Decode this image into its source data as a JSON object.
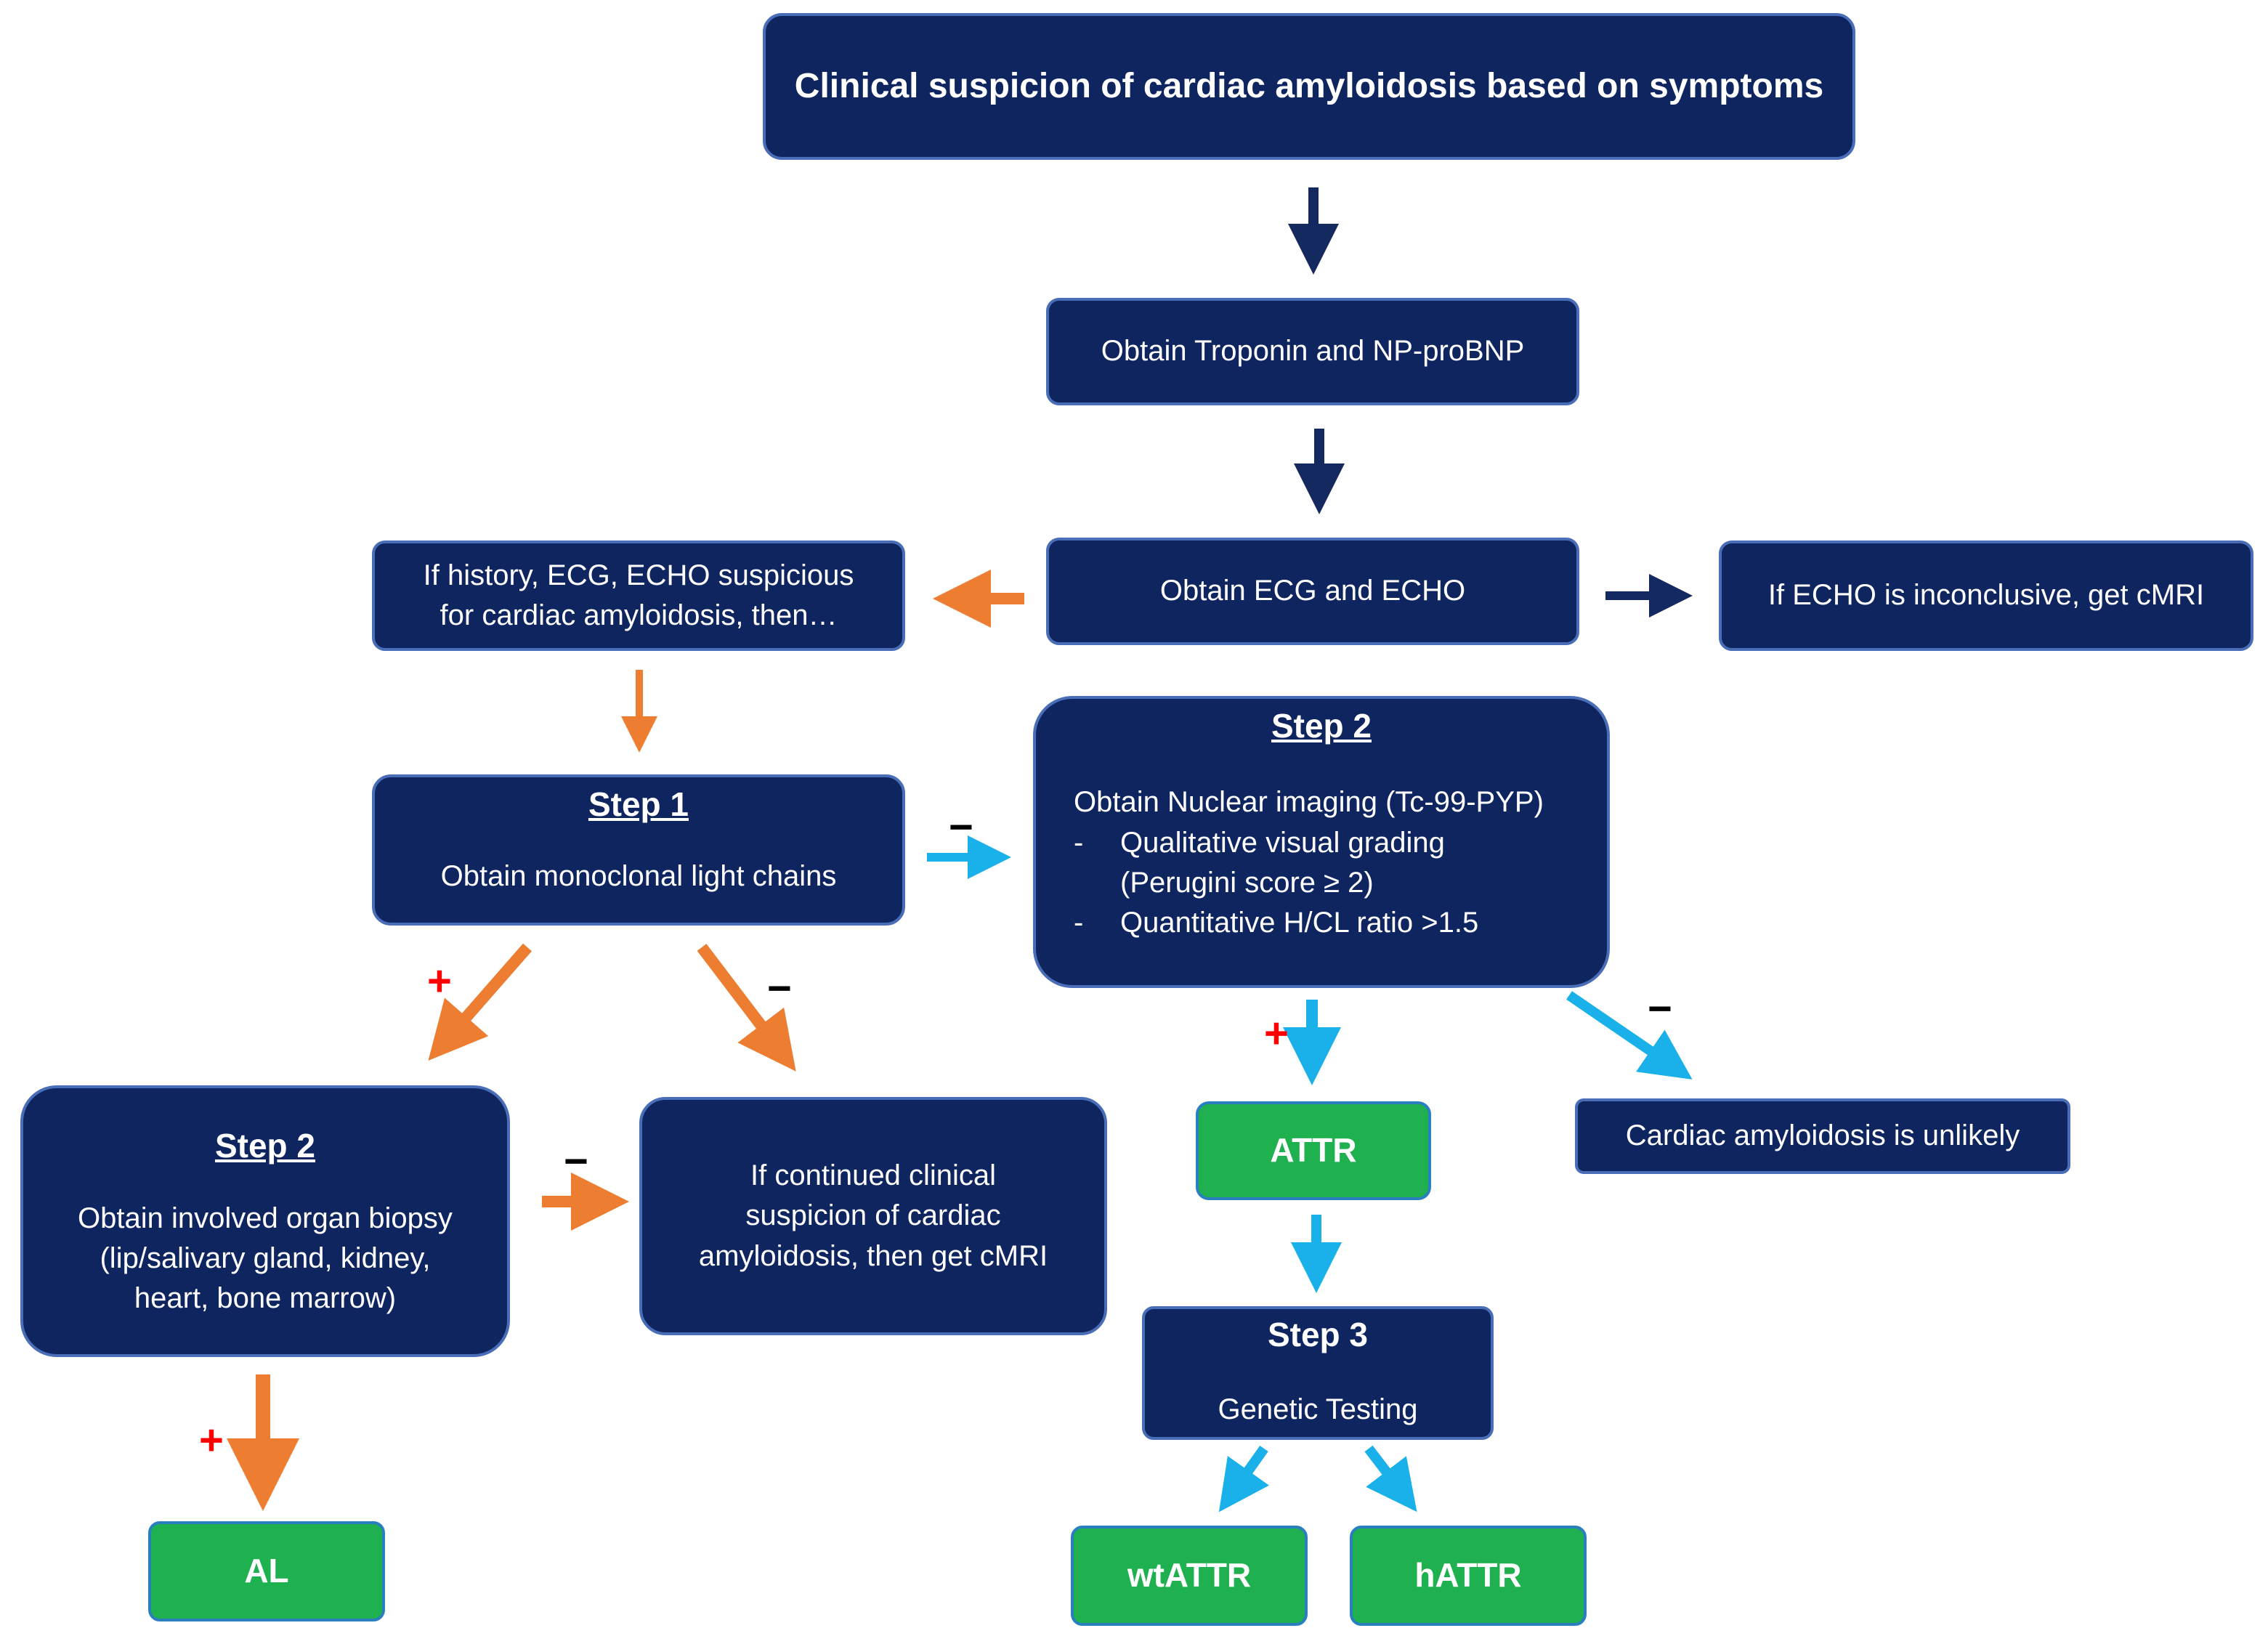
{
  "colors": {
    "box": "#0f2560",
    "box_border": "#4a6db8",
    "outcome": "#1fb04f",
    "navy_arrow": "#13295f",
    "orange_arrow": "#ed7d31",
    "blue_arrow": "#1ab0ea",
    "plus": "#ff0000",
    "minus": "#000000"
  },
  "nodes": {
    "suspicion": "Clinical suspicion of cardiac amyloidosis based on symptoms",
    "troponin": "Obtain Troponin and NP-proBNP",
    "ecg_echo": "Obtain ECG and ECHO",
    "history": {
      "line1": "If history, ECG, ECHO suspicious",
      "line2": "for cardiac amyloidosis, then…"
    },
    "cmri_inconclusive": "If ECHO is inconclusive, get cMRI",
    "step1": {
      "title": "Step 1",
      "text": "Obtain monoclonal light chains"
    },
    "nuclear": {
      "title": "Step 2",
      "text": "Obtain Nuclear imaging (Tc-99-PYP)",
      "bullet_marker": "-",
      "bullet1_line1": "Qualitative visual grading",
      "bullet1_line2": "(Perugini score ≥ 2)",
      "bullet2": "Quantitative H/CL ratio >1.5"
    },
    "biopsy": {
      "title": "Step 2",
      "line1": "Obtain involved organ biopsy",
      "line2": "(lip/salivary gland, kidney,",
      "line3": "heart, bone marrow)"
    },
    "continued": {
      "line1": "If continued clinical",
      "line2": "suspicion of cardiac",
      "line3": "amyloidosis, then get cMRI"
    },
    "attr": "ATTR",
    "unlikely": "Cardiac amyloidosis  is unlikely",
    "genetic": {
      "title": "Step 3",
      "text": "Genetic Testing"
    },
    "al": "AL",
    "wtattr": "wtATTR",
    "hattr": "hATTR"
  },
  "signs": {
    "plus": "+",
    "minus": "−"
  }
}
